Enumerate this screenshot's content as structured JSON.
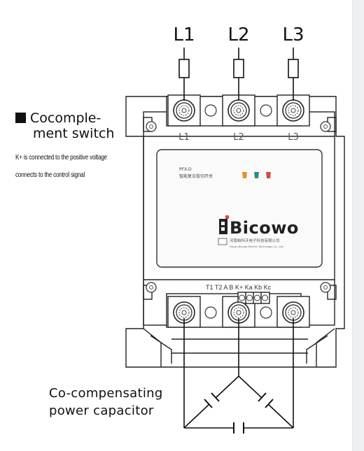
{
  "phase_labels": [
    "L1",
    "L2",
    "L3"
  ],
  "terminal_labels": [
    "L1",
    "L2",
    "L3"
  ],
  "switch_heading": {
    "square": "■",
    "line1": "Cocomple-",
    "line2": "ment switch"
  },
  "notes": [
    "K+ is connected to the positive voltage",
    "connects to the control signal"
  ],
  "device": {
    "model": "PFX-D",
    "subtitle": "智能复合投切开关",
    "brand": "Bicowo",
    "company_cn": "河南柏科沃电子科技有限公司",
    "company_en": "Henan Bicowo Electric Technology Co., Ltd.",
    "control_terminals": "T1 T2 A B K+ Ka Kb Kc"
  },
  "capacitor_label": {
    "line1": "Co-compensating",
    "line2": "power capacitor"
  },
  "colors": {
    "led1": "#e8912a",
    "led2": "#2d8c86",
    "led3": "#d84a3c",
    "line": "#111111"
  }
}
